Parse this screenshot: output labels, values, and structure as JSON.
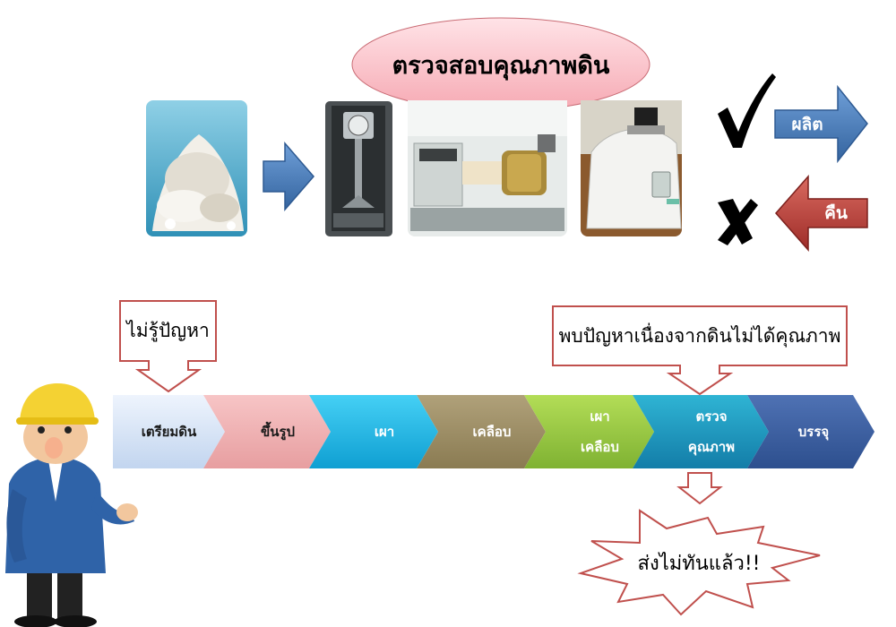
{
  "header": {
    "title": "ตรวจสอบคุณภาพดิน"
  },
  "decision": {
    "produce_label": "ผลิต",
    "return_label": "คืน",
    "accent_produce": "#4a7fc1",
    "accent_return": "#b83a36"
  },
  "process": {
    "steps": [
      {
        "line1": "เตรียมดิน",
        "line2": ""
      },
      {
        "line1": "ขึ้นรูป",
        "line2": ""
      },
      {
        "line1": "เผา",
        "line2": ""
      },
      {
        "line1": "เคลือบ",
        "line2": ""
      },
      {
        "line1": "เผา",
        "line2": "เคลือบ"
      },
      {
        "line1": "ตรวจ",
        "line2": "คุณภาพ"
      },
      {
        "line1": "บรรจุ",
        "line2": ""
      }
    ]
  },
  "callouts": {
    "unaware": "ไม่รู้ปัญหา",
    "problem_found": "พบปัญหาเนื่องจากดินไม่ได้คุณภาพ",
    "too_late": "ส่งไม่ทันแล้ว!!"
  },
  "icons": [
    "check-icon",
    "x-icon",
    "right-arrow-icon",
    "left-arrow-icon",
    "down-arrow-icon"
  ]
}
